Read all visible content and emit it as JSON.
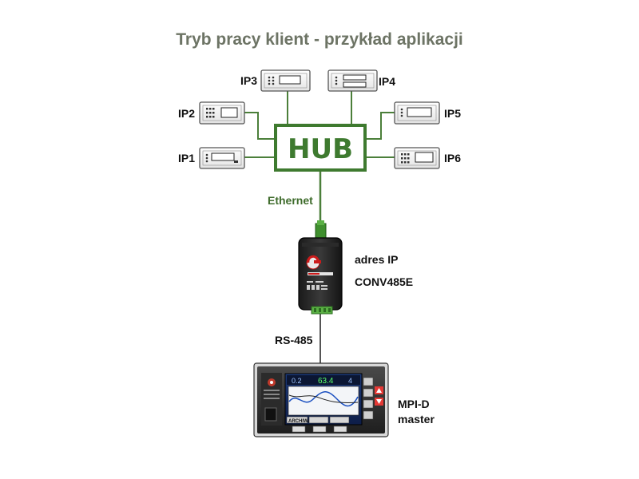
{
  "title": "Tryb pracy klient - przykład aplikacji",
  "hub_label": "HUB",
  "devices": [
    {
      "label": "IP1"
    },
    {
      "label": "IP2"
    },
    {
      "label": "IP3"
    },
    {
      "label": "IP4"
    },
    {
      "label": "IP5"
    },
    {
      "label": "IP6"
    }
  ],
  "ethernet_label": "Ethernet",
  "converter": {
    "address_label": "adres IP",
    "name": "CONV485E"
  },
  "bus_label": "RS-485",
  "master": {
    "name": "MPI-D",
    "role": "master",
    "screen_values": [
      "0.2",
      "63.4",
      "4"
    ],
    "screen_tabs": [
      "ARCHIWA"
    ]
  },
  "colors": {
    "green": "#3e7a2f",
    "line_green": "#4b7f3a",
    "title": "#6d7465"
  }
}
